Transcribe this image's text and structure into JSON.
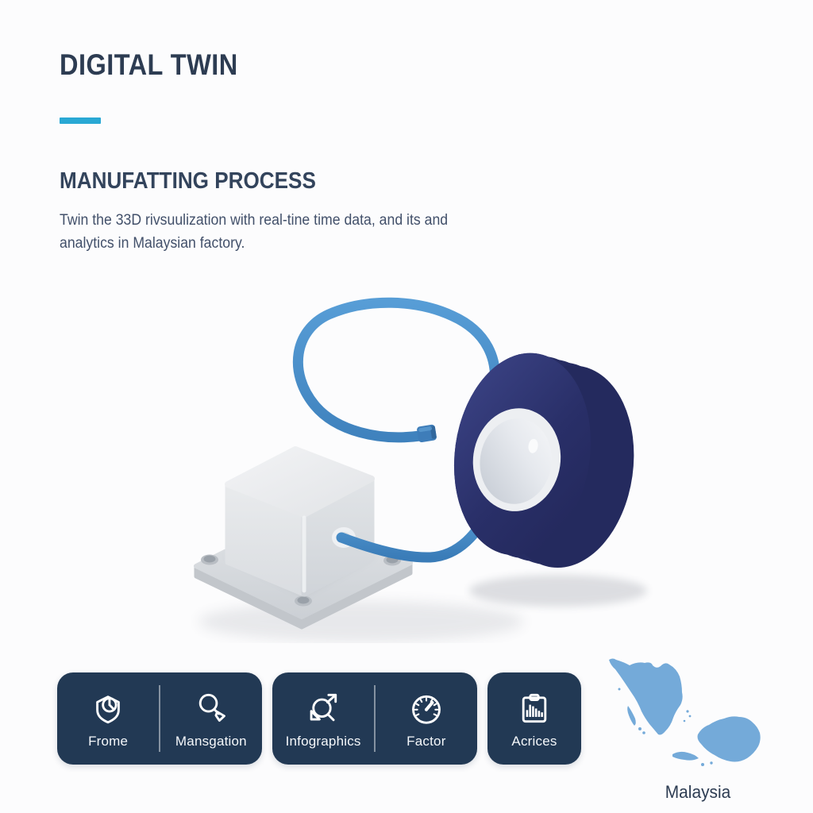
{
  "theme": {
    "background": "#fcfcfd",
    "accent": "#29a8d4",
    "heading_color": "#2d3c52",
    "subheading_color": "#33445c",
    "body_color": "#42506a",
    "card_background": "#223954",
    "card_text": "#f4f7fa",
    "map_fill": "#74aad9",
    "ring_navy": "#272c62",
    "cable_blue": "#4389c8"
  },
  "header": {
    "title": "DIGITAL TWIN",
    "subtitle": "MANUFATTING PROCESS",
    "description_lines": [
      "Twin the 33D rivsuulization with real-tine time data, and its and",
      "analytics in Malaysian factory."
    ]
  },
  "feature_cards": [
    {
      "items": [
        {
          "icon": "shield-clock-icon",
          "label": "Frome"
        },
        {
          "icon": "magnifier-icon",
          "label": "Mansgation"
        }
      ]
    },
    {
      "items": [
        {
          "icon": "magnifier-arrow-icon",
          "label": "Infographics"
        },
        {
          "icon": "gauge-icon",
          "label": "Factor"
        }
      ]
    },
    {
      "items": [
        {
          "icon": "clipboard-chart-icon",
          "label": "Acrices"
        }
      ]
    }
  ],
  "map": {
    "country_label": "Malaysia"
  }
}
